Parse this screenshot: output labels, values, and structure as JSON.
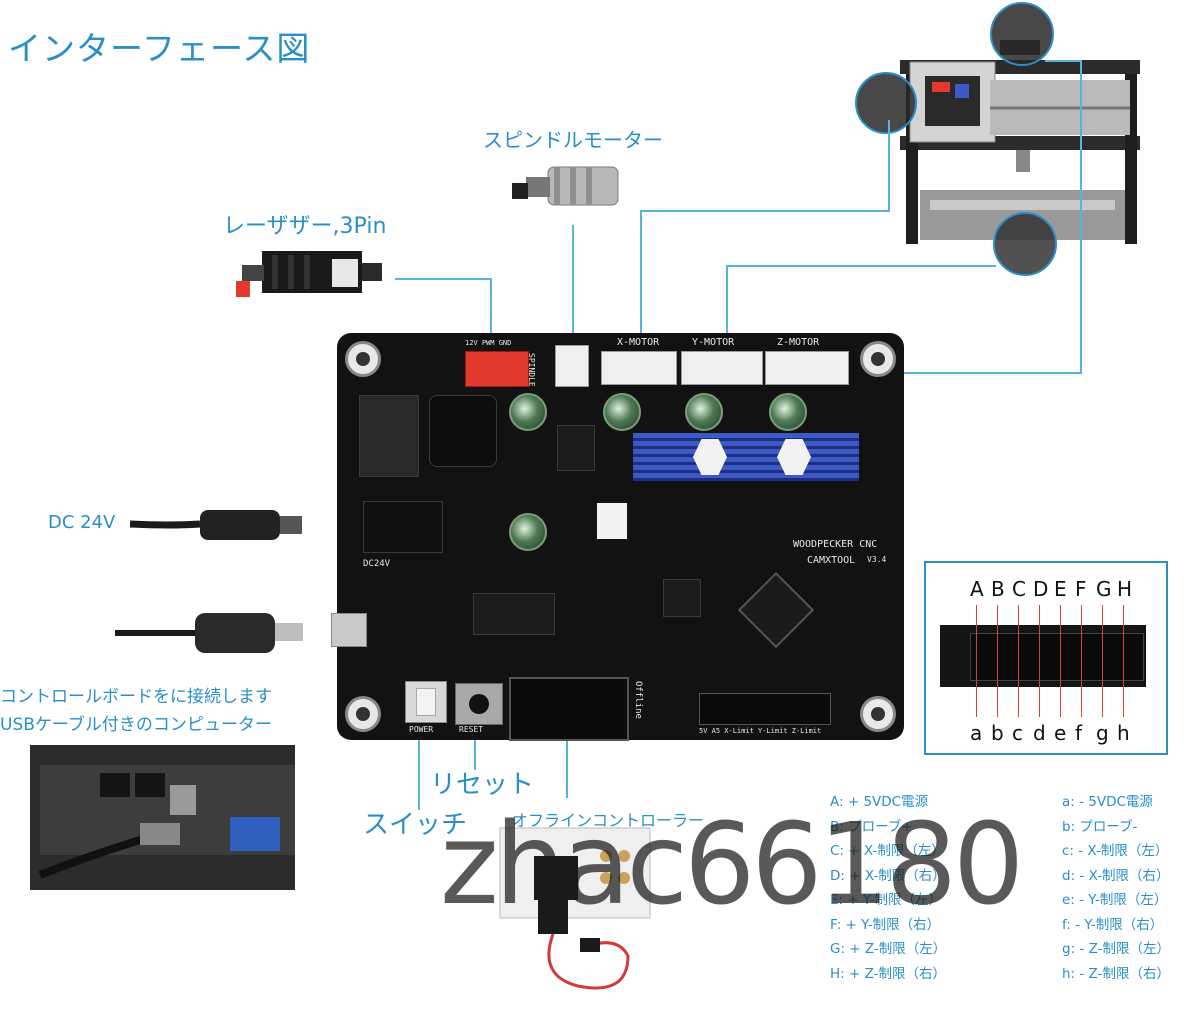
{
  "title": "インターフェース図",
  "labels": {
    "spindle_motor": "スピンドルモーター",
    "laser": "レーザザー,3Pin",
    "dc": "DC 24V",
    "usb_line1": "コントロールボードをに接続します",
    "usb_line2": "USBケーブル付きのコンピューター",
    "reset": "リセット",
    "switch": "スイッチ",
    "offline": "オフラインコントローラー"
  },
  "board": {
    "x_motor": "X-MOTOR",
    "y_motor": "Y-MOTOR",
    "z_motor": "Z-MOTOR",
    "spindle": "SPINDLE",
    "brand": "WOODPECKER CNC",
    "model": "CAMXTOOL",
    "version": "V3.4",
    "power": "POWER",
    "reset": "RESET",
    "offline": "Offline",
    "dc_input": "DC24V",
    "pwm": "12V PWM GND",
    "limit_labels": "5V  A5  X-Limit  Y-Limit  Z-Limit"
  },
  "pin_inset": {
    "top_letters": [
      "A",
      "B",
      "C",
      "D",
      "E",
      "F",
      "G",
      "H"
    ],
    "bottom_letters": [
      "a",
      "b",
      "c",
      "d",
      "e",
      "f",
      "g",
      "h"
    ]
  },
  "legend_left": [
    "A: + 5VDC電源",
    "B: プローブ+",
    "C: + X-制限（左）",
    "D: + X-制限（右）",
    "E: + Y-制限（左）",
    "F: + Y-制限（右）",
    "G: + Z-制限（左）",
    "H: + Z-制限（右）"
  ],
  "legend_right": [
    "a: - 5VDC電源",
    "b: プローブ-",
    "c: - X-制限（左）",
    "d: - X-制限（右）",
    "e: - Y-制限（左）",
    "f: - Y-制限（右）",
    "g: - Z-制限（左）",
    "h: - Z-制限（右）"
  ],
  "watermark": "zhac66180",
  "colors": {
    "accent": "#2a8fc7",
    "line": "#58b4d8",
    "board": "#121212",
    "heatsink": "#3c59c6",
    "connector_red": "#e23b2e"
  }
}
